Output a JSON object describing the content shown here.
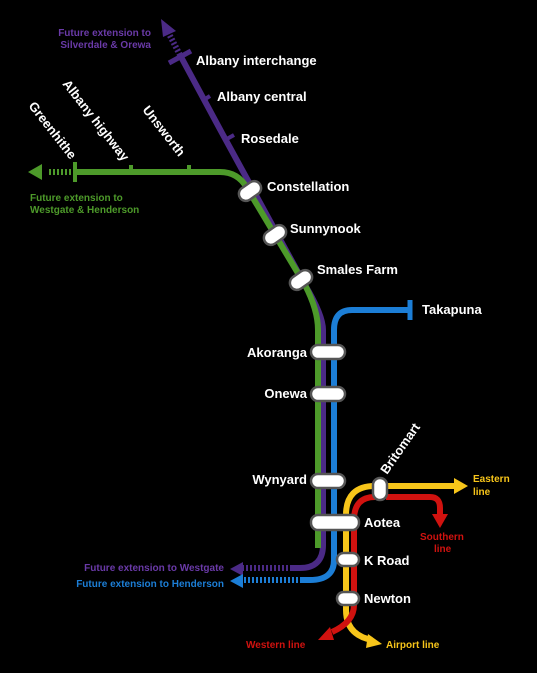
{
  "colors": {
    "background": "#000000",
    "purple_line": "#4b2a86",
    "purple_label": "#6a3aa8",
    "green_line": "#4d9a2a",
    "blue_line": "#1c7ed6",
    "yellow_line": "#f7c51a",
    "red_line": "#d0120f",
    "station_marker": "#ffffff",
    "station_outline": "#555555",
    "station_text": "#ffffff"
  },
  "stations": {
    "albany_interchange": "Albany interchange",
    "albany_central": "Albany central",
    "rosedale": "Rosedale",
    "constellation": "Constellation",
    "sunnynook": "Sunnynook",
    "smales_farm": "Smales Farm",
    "takapuna": "Takapuna",
    "akoranga": "Akoranga",
    "onewa": "Onewa",
    "wynyard": "Wynyard",
    "britomart": "Britomart",
    "aotea": "Aotea",
    "k_road": "K Road",
    "newton": "Newton",
    "greenhithe": "Greenhithe",
    "albany_highway": "Albany highway",
    "unsworth": "Unsworth"
  },
  "notes": {
    "north_ext_line1": "Future extension to",
    "north_ext_line2": "Silverdale & Orewa",
    "west_ext_line1": "Future extension to",
    "west_ext_line2": "Westgate & Henderson",
    "ext_westgate": "Future extension to Westgate",
    "ext_henderson": "Future extension to Henderson"
  },
  "destinations": {
    "eastern_line_1": "Eastern",
    "eastern_line_2": "line",
    "southern_line_1": "Southern",
    "southern_line_2": "line",
    "western_line": "Western line",
    "airport_line": "Airport line"
  }
}
